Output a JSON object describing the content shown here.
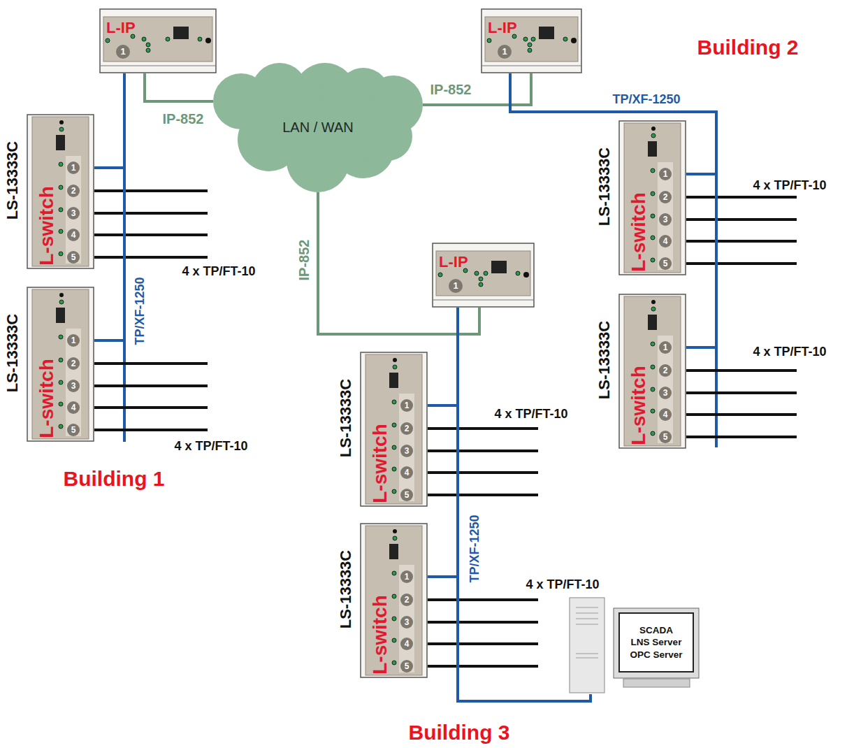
{
  "diagram": {
    "nodes": [
      {
        "text": [
          "L-IP",
          "1"
        ]
      },
      {
        "text": [
          "L-IP",
          "1"
        ]
      },
      {
        "text": [
          "LAN / WAN"
        ]
      },
      {
        "text": [
          "LS-13333C",
          "L-switch",
          "1",
          "2",
          "3",
          "4",
          "5"
        ]
      },
      {
        "text": [
          "LS-13333C",
          "L-switch",
          "1",
          "2",
          "3",
          "4",
          "5"
        ]
      },
      {
        "text": [
          "LS-13333C",
          "L-switch",
          "1",
          "2",
          "3",
          "4",
          "5"
        ]
      },
      {
        "text": [
          "LS-13333C",
          "L-switch",
          "1",
          "2",
          "3",
          "4",
          "5"
        ]
      },
      {
        "text": [
          "L-IP",
          "1"
        ]
      },
      {
        "text": [
          "LS-13333C",
          "L-switch",
          "1",
          "2",
          "3",
          "4",
          "5"
        ]
      },
      {
        "text": [
          "LS-13333C",
          "L-switch",
          "1",
          "2",
          "3",
          "4",
          "5"
        ]
      },
      {
        "text": [
          "SCADA",
          "LNS Server",
          "OPC Server"
        ]
      }
    ],
    "edges": [
      {
        "from": 0,
        "to": 2,
        "arrow": "none",
        "label": "IP-852"
      },
      {
        "from": 1,
        "to": 2,
        "arrow": "none",
        "label": "IP-852"
      },
      {
        "from": 7,
        "to": 2,
        "arrow": "none",
        "label": "IP-852"
      },
      {
        "from": 0,
        "to": 3,
        "arrow": "none"
      },
      {
        "from": 0,
        "to": 4,
        "arrow": "none",
        "label": "TP/XF-1250"
      },
      {
        "from": 1,
        "to": 5,
        "arrow": "none",
        "label": "TP/XF-1250"
      },
      {
        "from": 1,
        "to": 6,
        "arrow": "none"
      },
      {
        "from": 7,
        "to": 8,
        "arrow": "none"
      },
      {
        "from": 7,
        "to": 9,
        "arrow": "none",
        "label": "TP/XF-1250"
      },
      {
        "from": 7,
        "to": 10,
        "arrow": "none"
      }
    ],
    "labels": [
      "4 x TP/FT-10",
      "4 x TP/FT-10",
      "4 x TP/FT-10",
      "4 x TP/FT-10",
      "4 x TP/FT-10",
      "4 x TP/FT-10",
      "Building 1",
      "Building 2",
      "Building 3"
    ]
  }
}
